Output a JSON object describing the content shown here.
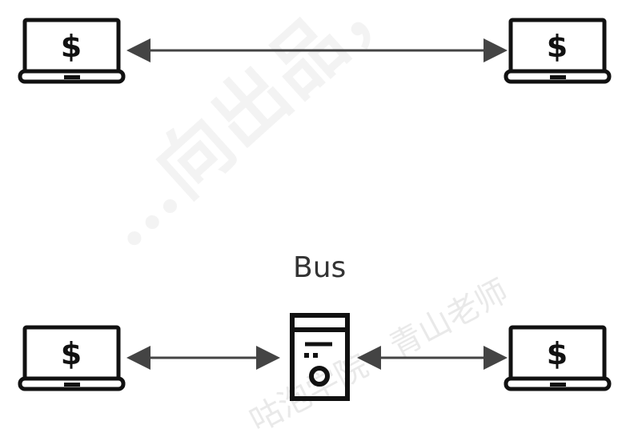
{
  "diagram": {
    "bus_label": "Bus",
    "watermark_text": "…向出品，必属精品 www.gupaoedu.com",
    "watermark_text_2": "咕泡学院 · 青山老师",
    "laptop_symbol": "$",
    "icons": {
      "laptop": "laptop-icon",
      "server": "server-icon"
    },
    "colors": {
      "stroke": "#111111",
      "arrow": "#444444",
      "label": "#333333",
      "watermark": "#dddddd"
    }
  }
}
